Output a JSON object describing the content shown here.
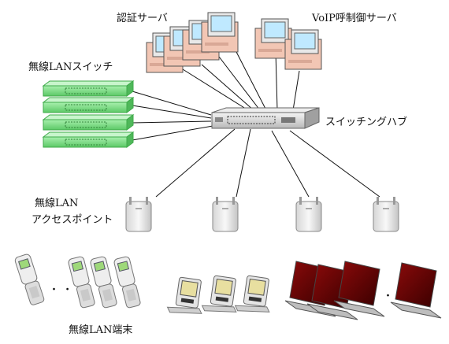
{
  "labels": {
    "auth_server": "認証サーバ",
    "voip_server": "VoIP呼制御サーバ",
    "wlan_switch": "無線LANスイッチ",
    "switching_hub": "スイッチングハブ",
    "ap_line1": "無線LAN",
    "ap_line2": "アクセスポイント",
    "terminals": "無線LAN端末",
    "dots_phones": "・ ・",
    "dots_laptops": "・"
  },
  "colors": {
    "switch_green": "#7fe08a",
    "switch_green_dark": "#3faa4a",
    "server_body": "#f2c6b4",
    "monitor_frame": "#e8e8e8",
    "monitor_screen": "#bfe9ff",
    "laptop_screen": "#6b0000",
    "line": "#111111"
  },
  "icons": {
    "server": "server-icon",
    "switch": "network-switch-icon",
    "hub": "switching-hub-icon",
    "access_point": "access-point-icon",
    "phone": "flip-phone-icon",
    "pda": "pda-icon",
    "laptop": "laptop-icon"
  }
}
